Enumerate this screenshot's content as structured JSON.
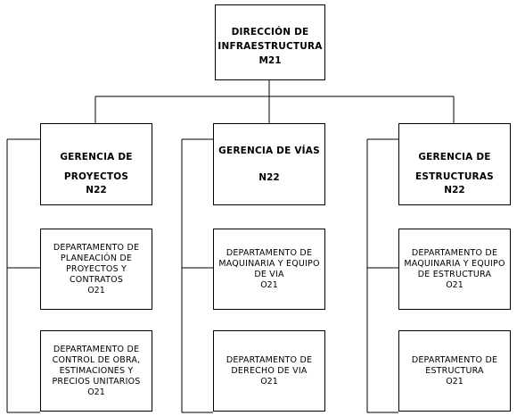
{
  "top": {
    "title": "DIRECCIÓN DE\nINFRAESTRUCTURA",
    "code": "M21"
  },
  "columns": [
    {
      "manager": {
        "title": "GERENCIA DE\nPROYECTOS",
        "code": "N22"
      },
      "departments": [
        {
          "title": "DEPARTAMENTO DE\nPLANEACIÓN DE\nPROYECTOS Y\nCONTRATOS",
          "code": "O21"
        },
        {
          "title": "DEPARTAMENTO DE\nCONTROL DE OBRA,\nESTIMACIONES Y\nPRECIOS UNITARIOS",
          "code": "O21"
        }
      ]
    },
    {
      "manager": {
        "title": "GERENCIA DE VÍAS",
        "code": "N22"
      },
      "departments": [
        {
          "title": "DEPARTAMENTO DE\nMAQUINARIA Y EQUIPO\nDE VIA",
          "code": "O21"
        },
        {
          "title": "DEPARTAMENTO DE\nDERECHO DE VIA",
          "code": "O21"
        }
      ]
    },
    {
      "manager": {
        "title": "GERENCIA DE\nESTRUCTURAS",
        "code": "N22"
      },
      "departments": [
        {
          "title": "DEPARTAMENTO DE\nMAQUINARIA Y EQUIPO\nDE ESTRUCTURA",
          "code": "O21"
        },
        {
          "title": "DEPARTAMENTO DE\nESTRUCTURA",
          "code": "O21"
        }
      ]
    }
  ]
}
